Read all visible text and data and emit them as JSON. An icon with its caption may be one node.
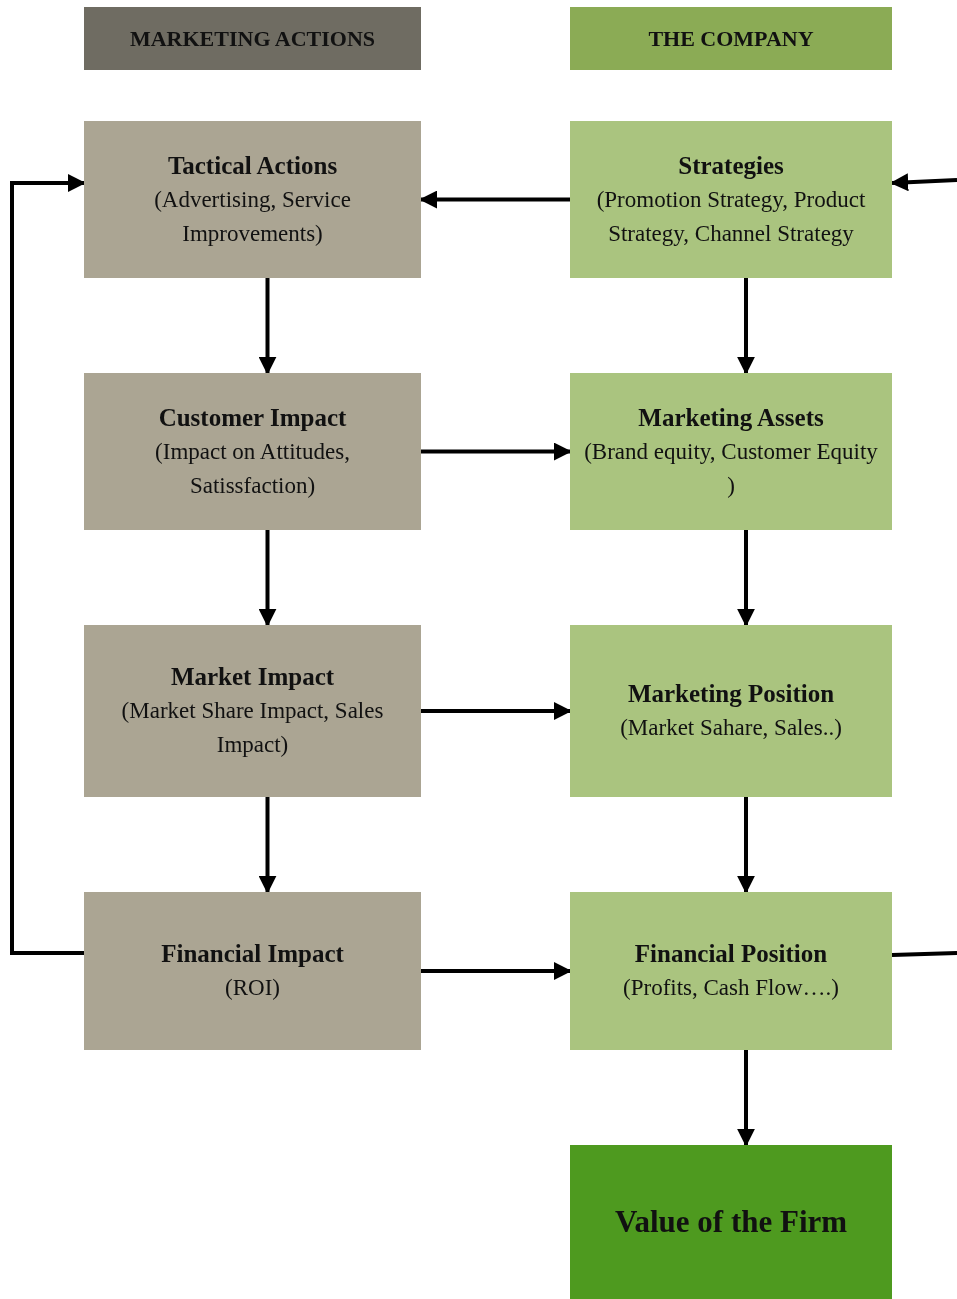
{
  "diagram": {
    "nodes": [
      {
        "text": [
          "MARKETING ACTIONS"
        ]
      },
      {
        "text": [
          "THE COMPANY"
        ]
      },
      {
        "text": [
          "Tactical Actions",
          "(Advertising, Service Improvements)"
        ]
      },
      {
        "text": [
          "Strategies",
          "(Promotion Strategy, Product Strategy, Channel Strategy"
        ]
      },
      {
        "text": [
          "Customer Impact",
          "(Impact on Attitudes, Satissfaction)"
        ]
      },
      {
        "text": [
          "Marketing Assets",
          "(Brand equity, Customer Equity )"
        ]
      },
      {
        "text": [
          "Market Impact",
          "(Market Share Impact, Sales Impact)"
        ]
      },
      {
        "text": [
          "Marketing Position",
          "(Market Sahare, Sales..)"
        ]
      },
      {
        "text": [
          "Financial Impact",
          "(ROI)"
        ]
      },
      {
        "text": [
          "Financial Position",
          "(Profits, Cash Flow….)"
        ]
      },
      {
        "text": [
          "Value of the Firm"
        ]
      }
    ],
    "edges": [
      {
        "from": 3,
        "to": 2,
        "arrow": "to"
      },
      {
        "from": 2,
        "to": 4,
        "arrow": "to"
      },
      {
        "from": 3,
        "to": 5,
        "arrow": "to"
      },
      {
        "from": 4,
        "to": 5,
        "arrow": "to"
      },
      {
        "from": 4,
        "to": 6,
        "arrow": "to"
      },
      {
        "from": 5,
        "to": 7,
        "arrow": "to"
      },
      {
        "from": 6,
        "to": 7,
        "arrow": "to"
      },
      {
        "from": 6,
        "to": 8,
        "arrow": "to"
      },
      {
        "from": 7,
        "to": 9,
        "arrow": "to"
      },
      {
        "from": 8,
        "to": 2,
        "arrow": "to"
      },
      {
        "from": 8,
        "to": 9,
        "arrow": "to"
      },
      {
        "from": 9,
        "to": null,
        "arrow": "none"
      },
      {
        "from": null,
        "to": 3,
        "arrow": "to"
      },
      {
        "from": 9,
        "to": 10,
        "arrow": "to"
      }
    ]
  }
}
